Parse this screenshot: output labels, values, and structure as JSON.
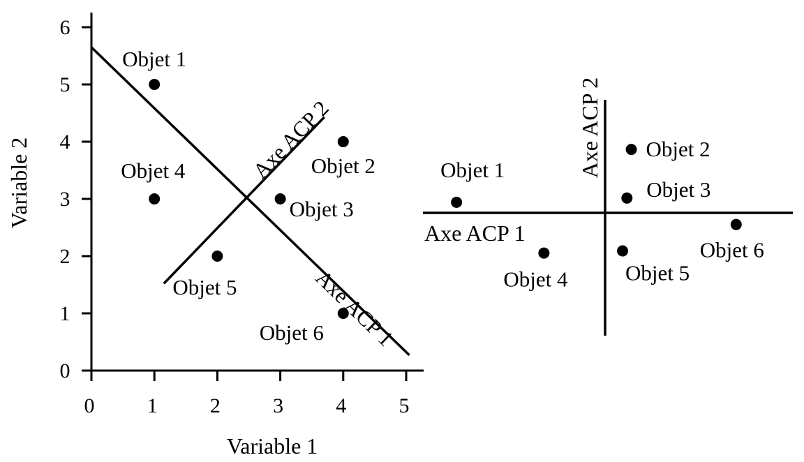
{
  "chart_data": [
    {
      "type": "scatter",
      "xlabel": "Variable 1",
      "ylabel": "Variable 2",
      "xlim": [
        0,
        5
      ],
      "ylim": [
        0,
        6
      ],
      "xticks": [
        "0",
        "1",
        "2",
        "3",
        "4",
        "5"
      ],
      "yticks": [
        "0",
        "1",
        "2",
        "3",
        "4",
        "5",
        "6"
      ],
      "grid": false,
      "points": [
        {
          "label": "Objet 1",
          "x": 1,
          "y": 5
        },
        {
          "label": "Objet 2",
          "x": 4,
          "y": 4
        },
        {
          "label": "Objet 3",
          "x": 3,
          "y": 3
        },
        {
          "label": "Objet 4",
          "x": 1,
          "y": 3
        },
        {
          "label": "Objet 5",
          "x": 2,
          "y": 2
        },
        {
          "label": "Objet 6",
          "x": 4,
          "y": 1
        }
      ],
      "axes_overlay": [
        {
          "label": "Axe ACP 1",
          "from": [
            0,
            5.65
          ],
          "to": [
            5.05,
            0.27
          ]
        },
        {
          "label": "Axe ACP 2",
          "from": [
            1.15,
            1.52
          ],
          "to": [
            3.7,
            4.43
          ]
        }
      ]
    },
    {
      "type": "scatter",
      "xlabel": "Axe ACP 1",
      "ylabel": "Axe ACP 2",
      "grid": false,
      "points": [
        {
          "label": "Objet 1",
          "x": -3.4,
          "y": 0.5
        },
        {
          "label": "Objet 2",
          "x": 0.6,
          "y": 3.0
        },
        {
          "label": "Objet 3",
          "x": 0.5,
          "y": 0.7
        },
        {
          "label": "Objet 4",
          "x": -1.4,
          "y": -1.9
        },
        {
          "label": "Objet 5",
          "x": 0.4,
          "y": -1.8
        },
        {
          "label": "Objet 6",
          "x": 3.0,
          "y": -0.55
        }
      ]
    }
  ]
}
